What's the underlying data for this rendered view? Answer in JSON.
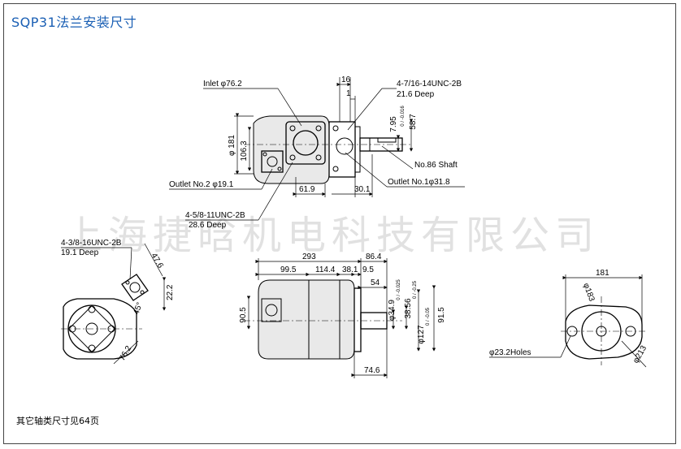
{
  "title": "SQP31法兰安装尺寸",
  "footer": "其它轴类尺寸见64页",
  "watermark": "上海捷晗机电科技有限公司",
  "top_view": {
    "inlet": "Inlet φ76.2",
    "bolts_top_right": "4-7/16-14UNC-2B",
    "bolts_top_right_depth": "21.6 Deep",
    "dim_16": "16",
    "dim_1": "1",
    "dim_181": "φ 181",
    "dim_106_3": "106.3",
    "dim_7_95": "7.95",
    "dim_7_95_tol": "0 / -0.016",
    "dim_58_7": "58.7",
    "shaft": "No.86 Shaft",
    "outlet2": "Outlet No.2 φ19.1",
    "outlet1": "Outlet No.1φ31.8",
    "dim_61_9": "61.9",
    "dim_30_1": "30.1",
    "bolts_bottom": "4-5/8-11UNC-2B",
    "bolts_bottom_depth": "28.6 Deep"
  },
  "left_view": {
    "bolts": "4-3/8-16UNC-2B",
    "bolts_depth": "19.1 Deep",
    "dim_47_6": "47.6",
    "dim_22_2": "22.2",
    "dim_45": "45°",
    "dim_76_2": "76.2"
  },
  "side_view": {
    "dim_293": "293",
    "dim_86_4": "86.4",
    "dim_99_5": "99.5",
    "dim_114_4": "114.4",
    "dim_38_1": "38.1",
    "dim_9_5": "9.5",
    "dim_54": "54",
    "dim_90_5": "90.5",
    "dim_34_9": "φ34.9",
    "dim_34_9_tol": "0 / -0.025",
    "dim_38_56": "38.56",
    "dim_38_56_tol": "0 / -0.25",
    "dim_127": "φ127",
    "dim_127_tol": "0 / -0.05",
    "dim_91_5": "91.5",
    "dim_74_6": "74.6"
  },
  "right_view": {
    "dim_181": "181",
    "dim_183": "φ183",
    "dim_213": "φ213",
    "holes": "φ23.2Holes"
  }
}
